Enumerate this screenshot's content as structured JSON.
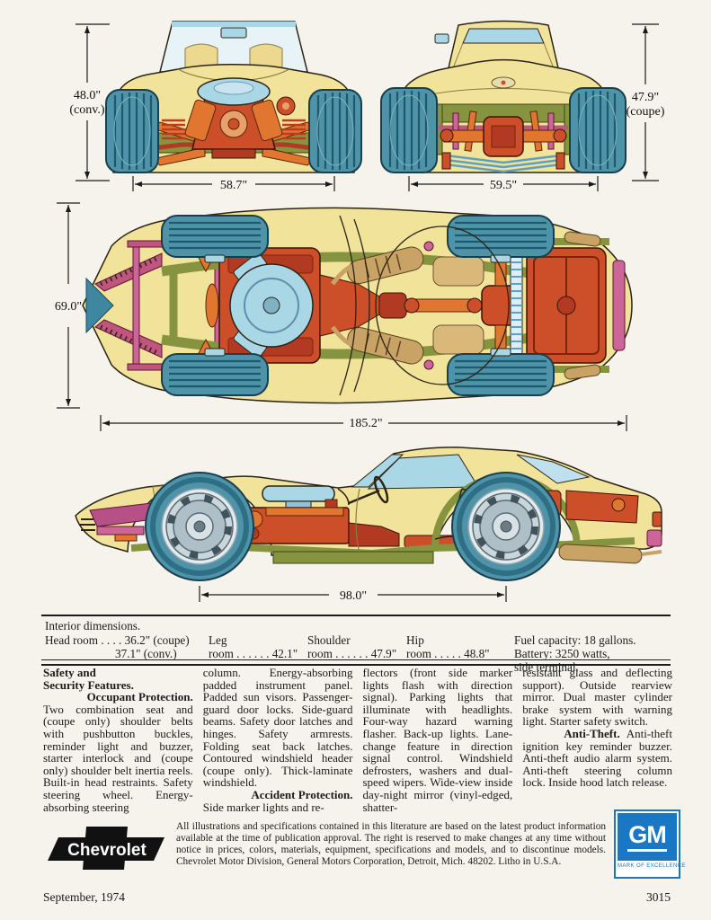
{
  "dimensions": {
    "front_height": "48.0\"",
    "front_height_note": "(conv.)",
    "front_track": "58.7\"",
    "rear_height": "47.9\"",
    "rear_height_note": "(coupe)",
    "rear_track": "59.5\"",
    "overall_width": "69.0\"",
    "overall_length": "185.2\"",
    "wheelbase": "98.0\""
  },
  "interior": {
    "title": "Interior dimensions.",
    "head_line1": "Head room . . . . 36.2\" (coupe)",
    "head_line2": "37.1\" (conv.)",
    "leg_line1": "Leg",
    "leg_line2": "room . . . . . . 42.1\"",
    "shoulder_line1": "Shoulder",
    "shoulder_line2": "room . . . . . . 47.9\"",
    "hip_line1": "Hip",
    "hip_line2": "room . . . . . 48.8\"",
    "fuel": "Fuel capacity: 18 gallons.",
    "battery_line1": "Battery: 3250 watts,",
    "battery_line2": "side terminal."
  },
  "features": {
    "col1_heading_line1": "Safety and",
    "col1_heading_line2": "Security Features.",
    "col1_subhead": "Occupant Protection.",
    "col1_body": "Two combination seat and (coupe only) shoulder belts with pushbutton buckles, reminder light and buzzer, starter interlock and (coupe only) shoulder belt inertia reels. Built-in head restraints. Safety steering wheel. Energy-absorbing steering",
    "col2_body1": "column. Energy-absorbing padded instrument panel. Padded sun visors. Passenger-guard door locks. Side-guard beams. Safety door latches and hinges. Safety armrests. Folding seat back latches. Contoured windshield header (coupe only). Thick-laminate windshield.",
    "col2_subhead": "Accident Protection.",
    "col2_body2": "Side marker lights and re-",
    "col3_body": "flectors (front side marker lights flash with direction signal). Parking lights that illuminate with headlights. Four-way hazard warning flasher. Back-up lights. Lane-change feature in direction signal control. Windshield defrosters, washers and dual-speed wipers. Wide-view inside day-night mirror (vinyl-edged, shatter-",
    "col4_body1": "resistant glass and deflecting support). Outside rearview mirror. Dual master cylinder brake system with warning light. Starter safety switch.",
    "col4_subhead": "Anti-Theft.",
    "col4_body2": "Anti-theft ignition key reminder buzzer. Anti-theft audio alarm system. Anti-theft steering column lock. Inside hood latch release."
  },
  "legal": {
    "disclaimer": "All illustrations and specifications contained in this literature are based on the latest product information available at the time of publication approval. The right is reserved to make changes at any time without notice in prices, colors, materials, equipment, specifications and models, and to discontinue models. Chevrolet Motor Division, General Motors Corporation, Detroit, Mich. 48202. Litho in U.S.A."
  },
  "logos": {
    "chevrolet": "Chevrolet",
    "gm": "GM",
    "gm_tagline": "MARK OF EXCELLENCE"
  },
  "footer": {
    "date": "September, 1974",
    "doc_number": "3015"
  },
  "colors": {
    "body_yellow": "#f2e39b",
    "glass_blue": "#a9d7e6",
    "tire_teal": "#4f93a9",
    "frame_olive": "#87943f",
    "engine_red": "#cc4f2a",
    "orange": "#e0762f",
    "bumper_magenta": "#c0557f",
    "pink": "#cc6699",
    "tan": "#c9a266",
    "gm_blue": "#1a77c4"
  }
}
